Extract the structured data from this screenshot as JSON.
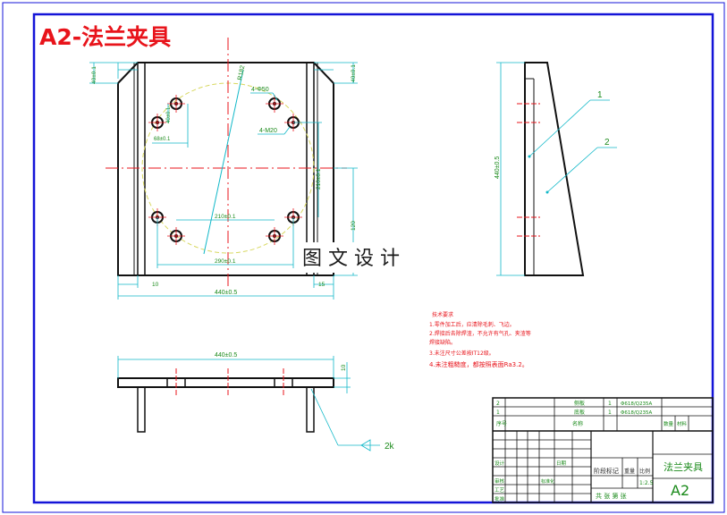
{
  "drawing": {
    "title": "A2-法兰夹具",
    "watermark": "图 文 设 计",
    "colors": {
      "border": "#1414d8",
      "outline": "#111111",
      "centerline": "#e8141b",
      "dimension": "#10b8c8",
      "text_green": "#1a8a1a",
      "bolt_circle": "#d8d860",
      "title_red": "#e8141b"
    }
  },
  "front_view": {
    "dims": {
      "top_left": "40±0.1",
      "top_right": "40±0.1",
      "hole_spacing_v": "40±0.1",
      "hole_spacing_h": "68±0.1",
      "radius": "R182",
      "right_v": "210±0.1",
      "right_low": "120",
      "inner_h": "210±0.1",
      "outer_h": "290±0.1",
      "left_gap": "10",
      "right_gap": "15",
      "total_w": "440±0.5"
    },
    "labels": {
      "holes_a": "4-Φ50",
      "holes_b": "4-M20"
    }
  },
  "side_view": {
    "height_dim": "440±0.5",
    "callouts": [
      "1",
      "2"
    ]
  },
  "bottom_view": {
    "width_dim": "440±0.5",
    "thickness_dim": "10",
    "weld_symbol": "2k"
  },
  "notes": {
    "heading": "技术要求",
    "lines": [
      "1.零件加工后，应清除毛刺、飞边。",
      "2.焊接后去除焊渣，不允许有气孔、夹渣等",
      "焊接缺陷。",
      "3.未注尺寸公差按IT12级。",
      "4.未注粗糙度，都按照表面Ra3.2。"
    ]
  },
  "title_block": {
    "parts": [
      {
        "no": "2",
        "name": "侧板",
        "qty": "1",
        "material": "Φ618/Q235A"
      },
      {
        "no": "1",
        "name": "底板",
        "qty": "1",
        "material": "Φ618/Q235A"
      }
    ],
    "header": [
      "序号",
      "名称",
      "数量",
      "材料"
    ],
    "drawing_name": "法兰夹具",
    "drawing_code": "A2",
    "labels": {
      "stage": "阶段标记",
      "weight": "重量",
      "scale": "比例",
      "scale_value": "1:2.5",
      "sheet": "共 张 第 张",
      "design": "设计",
      "check": "审核",
      "process": "工艺",
      "standard": "标准化",
      "approve": "批准",
      "date": "日期"
    }
  }
}
